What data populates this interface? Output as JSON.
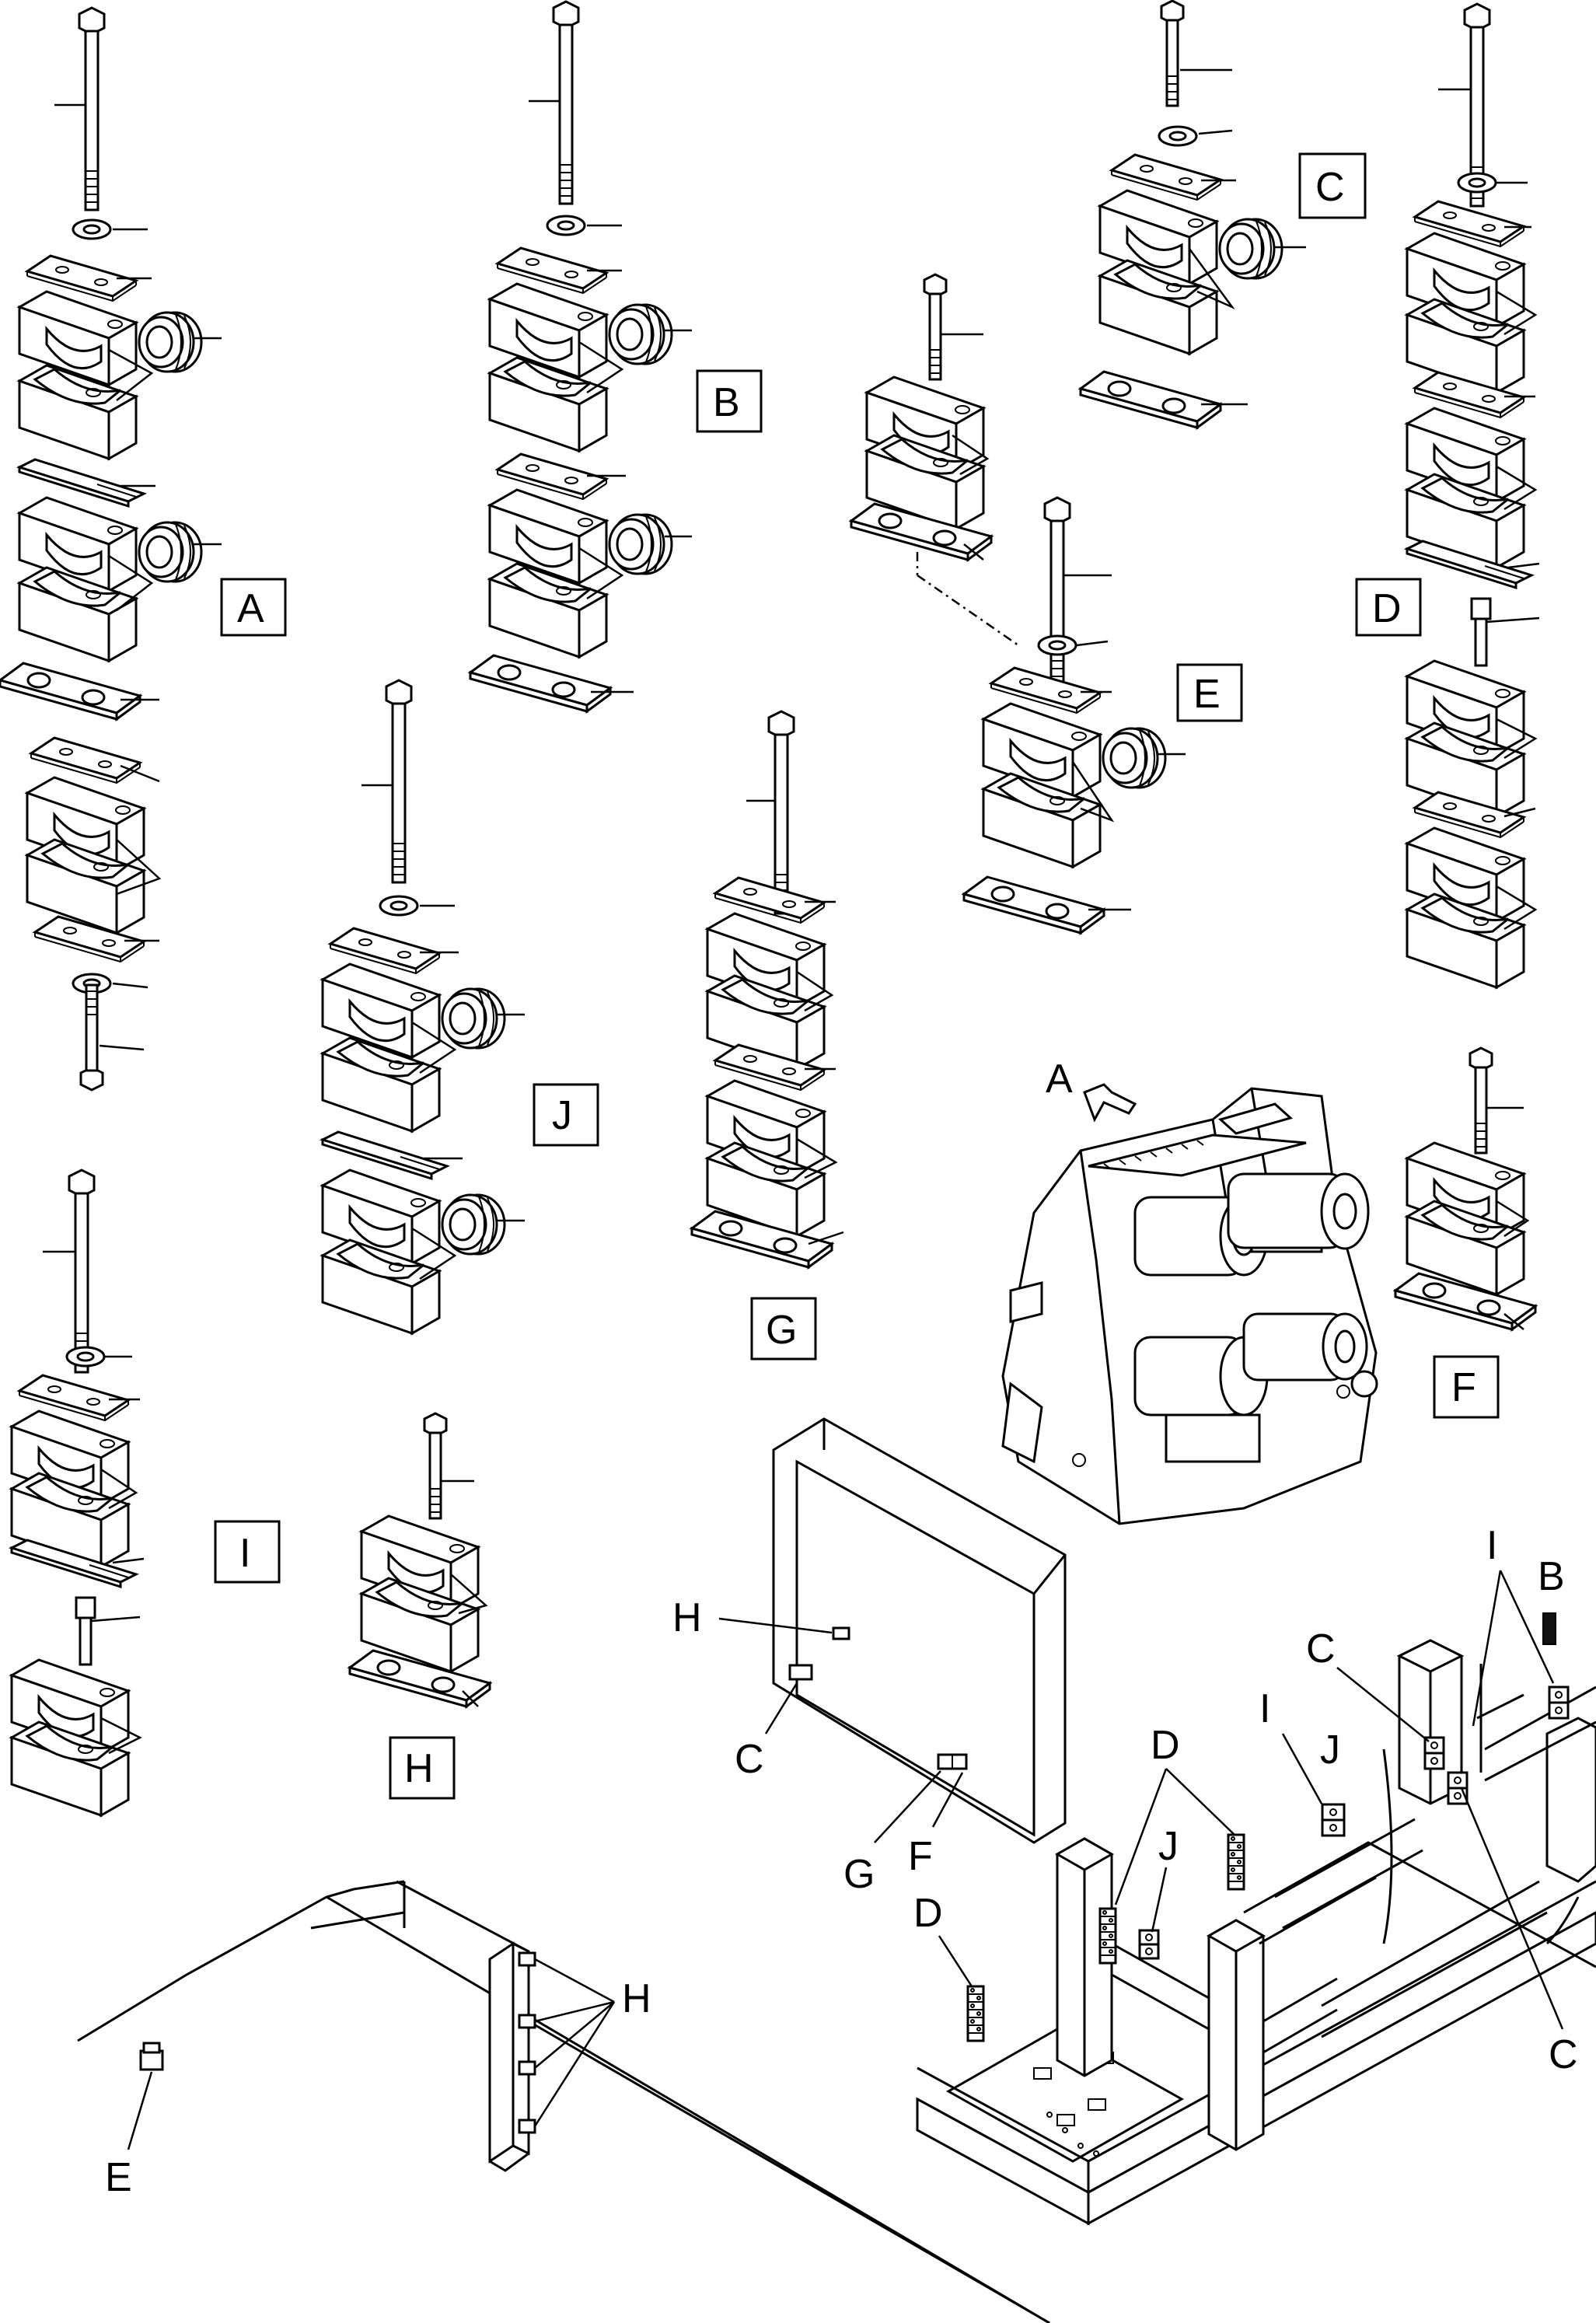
{
  "labels": {
    "box_A": "A",
    "box_B": "B",
    "box_C": "C",
    "box_D": "D",
    "box_E": "E",
    "box_F": "F",
    "box_G": "G",
    "box_H": "H",
    "box_I": "I",
    "box_J": "J",
    "arrow_A": "A",
    "frame_H": "H",
    "frame_C": "C",
    "frame_G": "G",
    "frame_F": "F",
    "base_B": "B",
    "base_I_top": "I",
    "base_C_top": "C",
    "base_I_left": "I",
    "base_J_top": "J",
    "base_D_top": "D",
    "base_J_mid": "J",
    "base_D_left": "D",
    "base_C_right": "C",
    "wall_H": "H",
    "wall_E": "E"
  },
  "colors": {
    "line": "#000000",
    "background": "#ffffff"
  }
}
